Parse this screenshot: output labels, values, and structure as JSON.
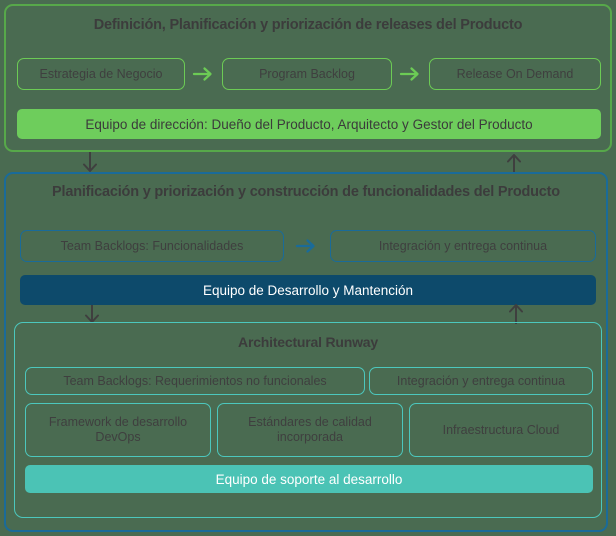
{
  "diagram": {
    "background_color": "#4a6b51",
    "sections": [
      {
        "id": "green",
        "title": "Definición, Planificación y priorización de releases del Producto",
        "accent_color": "#6ccb55",
        "pills": [
          "Estrategia de Negocio",
          "Program Backlog",
          "Release On Demand"
        ],
        "bar": "Equipo de dirección: Dueño del Producto, Arquitecto y Gestor del Producto",
        "bar_color": "#6ecd5c"
      },
      {
        "id": "blue",
        "title": "Planificación y priorización y construcción de funcionalidades del Producto",
        "accent_color": "#1a6b99",
        "pills": [
          "Team Backlogs: Funcionalidades",
          "Integración y entrega continua"
        ],
        "bar": "Equipo de Desarrollo y Mantención",
        "bar_color": "#0d4a6b"
      },
      {
        "id": "teal",
        "title": "Architectural Runway",
        "accent_color": "#4cc7bd",
        "pills_row1": [
          "Team Backlogs: Requerimientos no funcionales",
          "Integración y entrega continua"
        ],
        "pills_row2": [
          "Framework de desarrollo DevOps",
          "Estándares de calidad incorporada",
          "Infraestructura Cloud"
        ],
        "bar": "Equipo de soporte al desarrollo",
        "bar_color": "#4bc3b5"
      }
    ],
    "connectors": [
      {
        "name": "green-to-blue-down",
        "direction": "down"
      },
      {
        "name": "blue-to-green-up",
        "direction": "up"
      },
      {
        "name": "blue-to-teal-down",
        "direction": "down"
      },
      {
        "name": "teal-to-blue-up",
        "direction": "up"
      }
    ]
  }
}
